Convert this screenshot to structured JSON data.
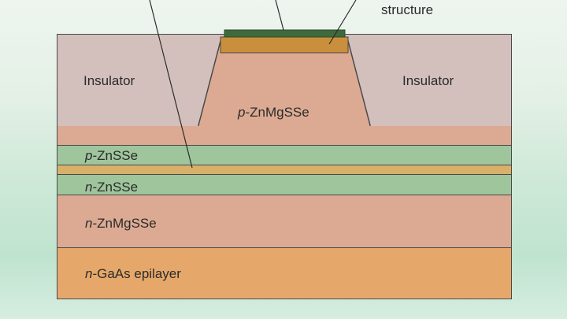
{
  "top_labels": {
    "structure": "structure"
  },
  "layers": {
    "insulator_left": "Insulator",
    "insulator_right": "Insulator",
    "ridge_cladding": {
      "prefix": "p",
      "name": "-ZnMgSSe"
    },
    "upper_guide": {
      "prefix": "p",
      "name": "-ZnSSe"
    },
    "lower_guide": {
      "prefix": "n",
      "name": "-ZnSSe"
    },
    "lower_cladding": {
      "prefix": "n",
      "name": "-ZnMgSSe"
    },
    "substrate": {
      "prefix": "n",
      "name": "-GaAs epilayer"
    }
  },
  "colors": {
    "insulator": "#d3c0bd",
    "cladding": "#dcaa92",
    "guide": "#9fc59c",
    "quantum_well": "#d8b06a",
    "substrate": "#e6a86a",
    "contact_metal": "#3e6b3c",
    "contact_layer": "#c98f3c",
    "outline": "#4a4a4a"
  }
}
